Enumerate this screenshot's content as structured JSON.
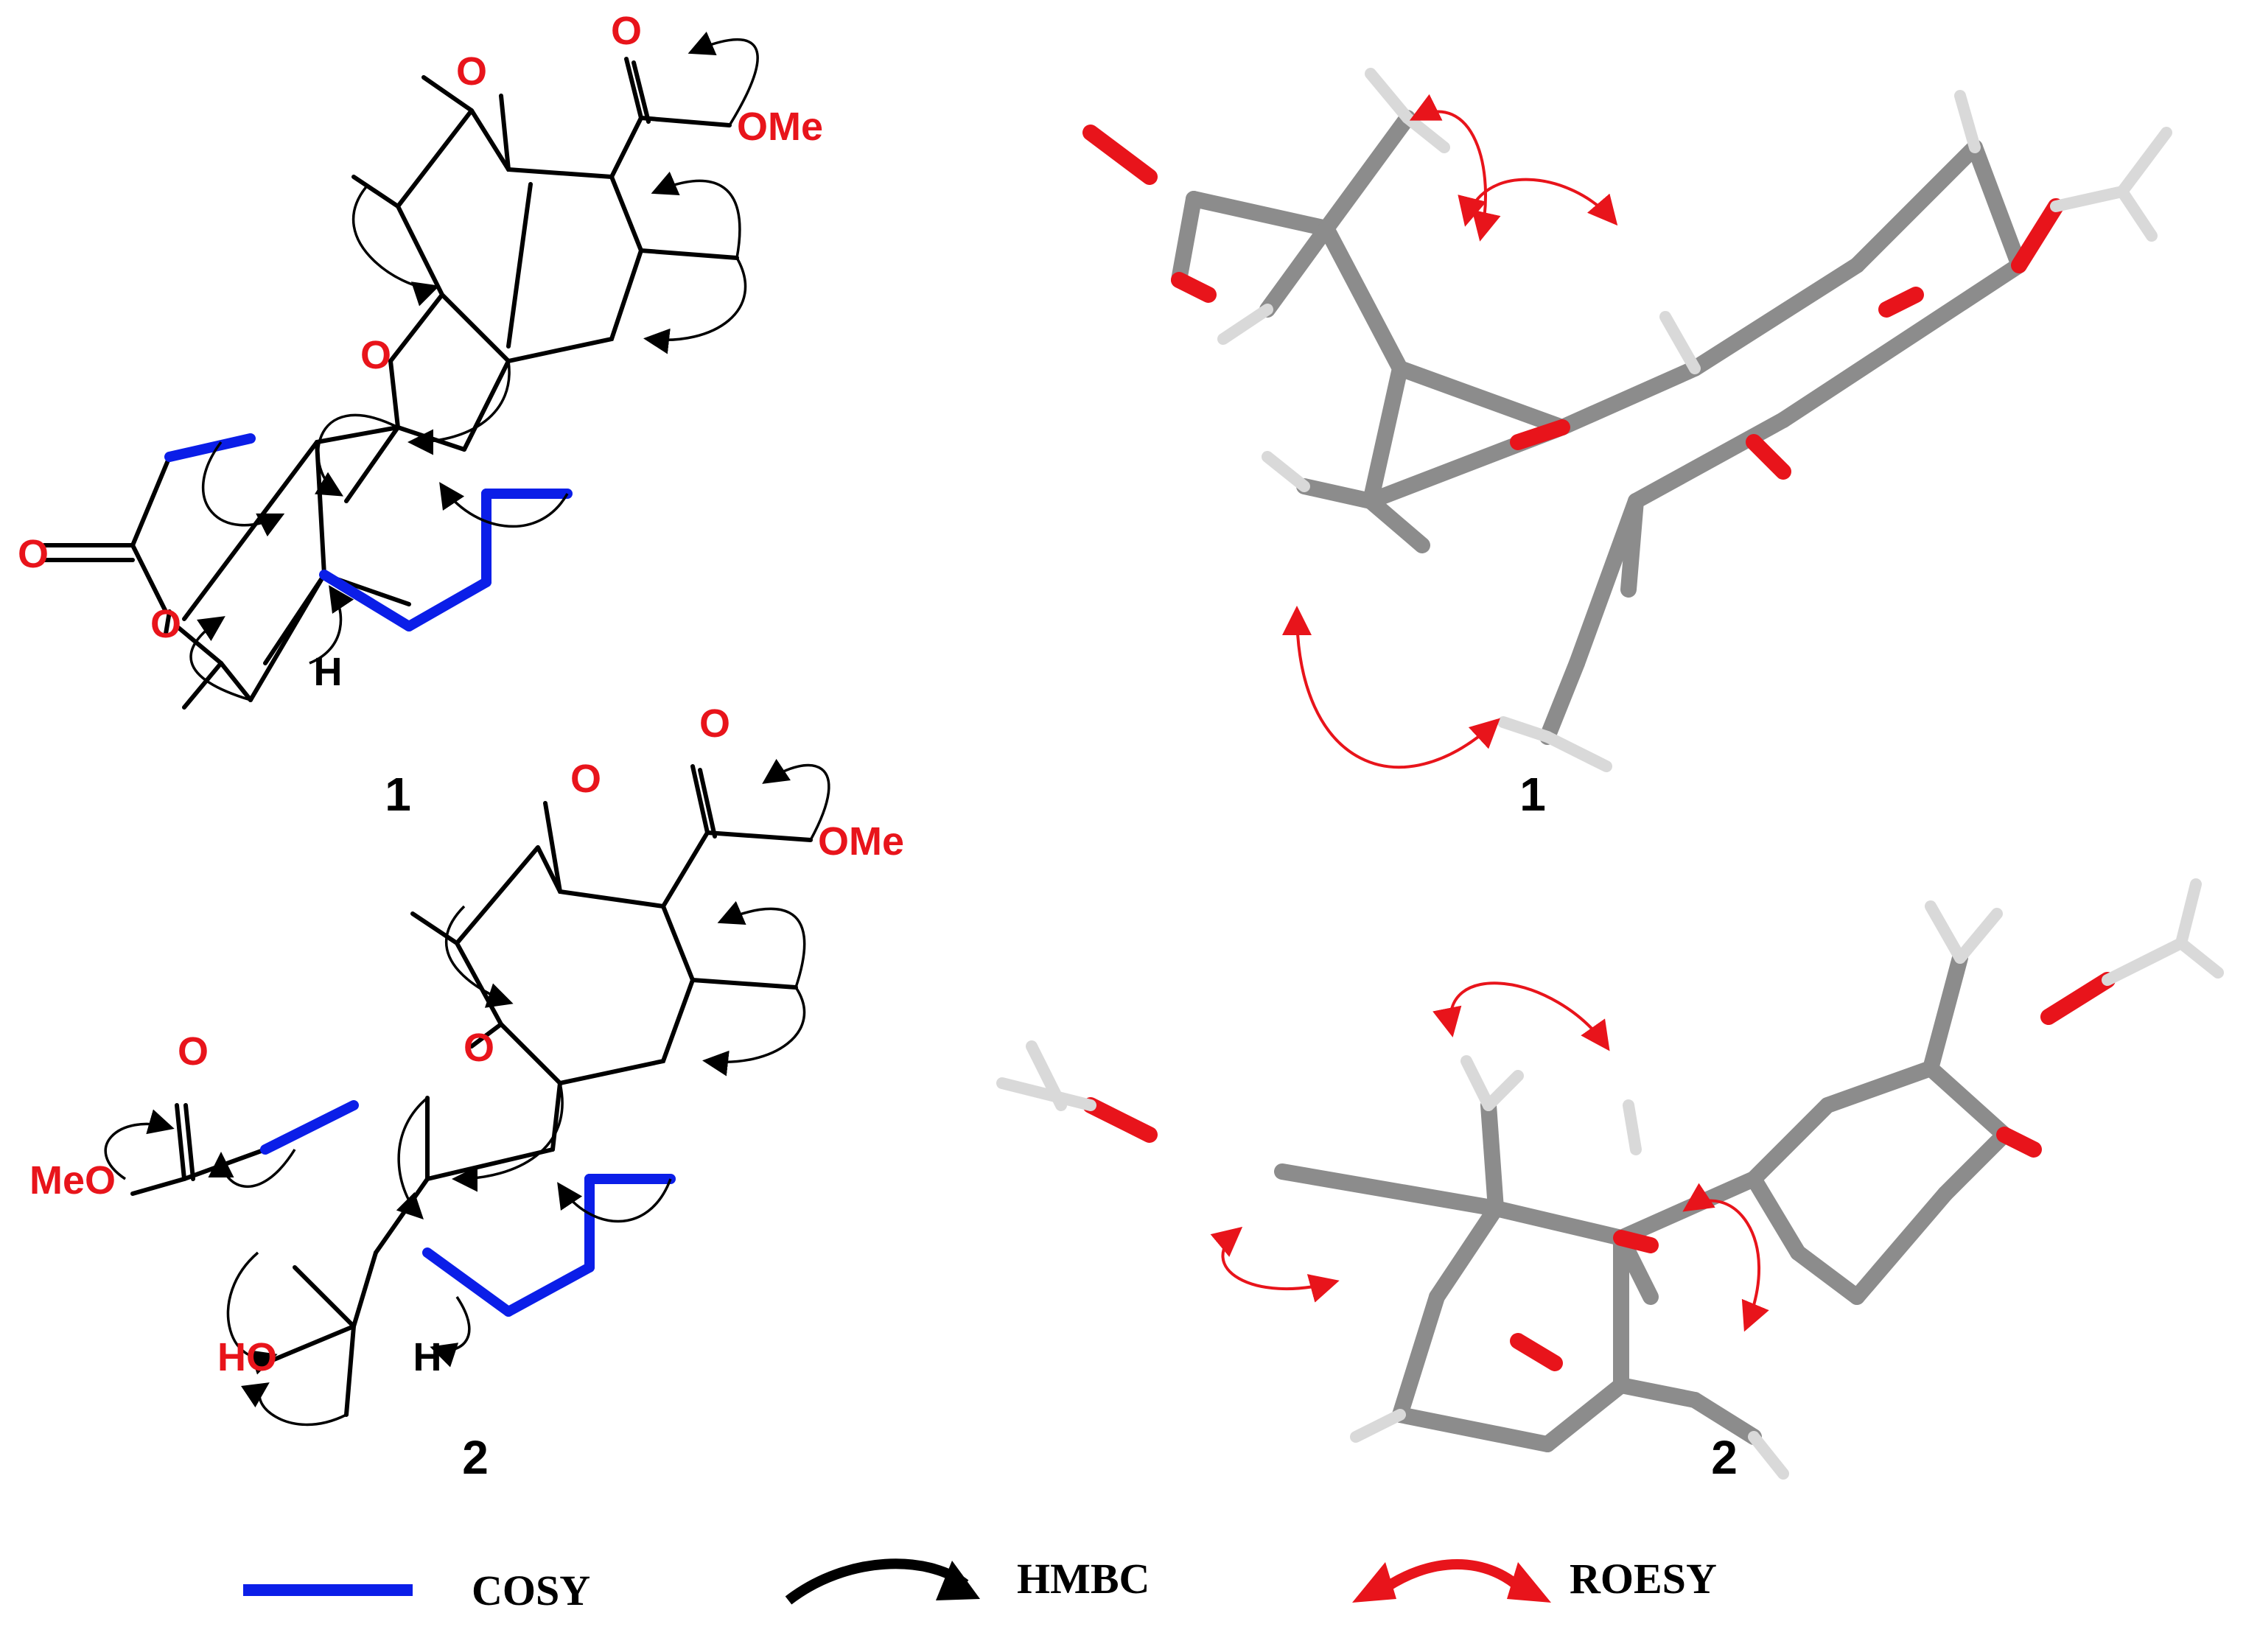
{
  "colors": {
    "cosy": "#0b1ee8",
    "hmbc": "#000000",
    "roesy": "#e8141b",
    "heteroatom": "#e8141b",
    "carbon_stick": "#8c8c8c",
    "hydrogen_stick": "#d9d9d9"
  },
  "compound1": {
    "label": "1",
    "atoms": {
      "ketone_o": "O",
      "ester_o": "O",
      "ome": "OMe",
      "furan_o": "O",
      "lactone_co": "O",
      "lactone_o": "O",
      "h": "H"
    }
  },
  "compound2": {
    "label": "2",
    "atoms": {
      "ketone_o": "O",
      "ester_o": "O",
      "ome": "OMe",
      "furan_o": "O",
      "side_o": "O",
      "meo": "MeO",
      "ho": "HO",
      "h": "H"
    }
  },
  "model1": {
    "label": "1"
  },
  "model2": {
    "label": "2"
  },
  "legend": {
    "cosy": {
      "label": "COSY",
      "icon": "blue-bar-icon"
    },
    "hmbc": {
      "label": "HMBC",
      "icon": "curved-arrow-icon"
    },
    "roesy": {
      "label": "ROESY",
      "icon": "double-arrow-icon"
    }
  }
}
